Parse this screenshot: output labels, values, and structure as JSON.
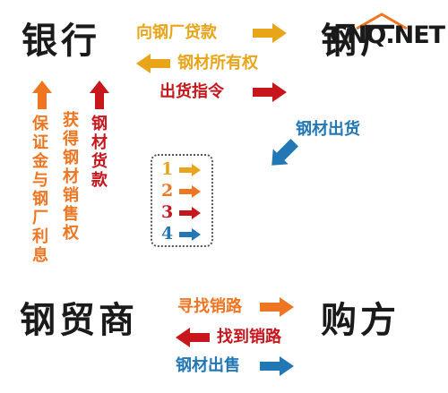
{
  "watermark": {
    "text": "CNQ.NET"
  },
  "nodes": {
    "bank": "银行",
    "steel_mill": "钢厂",
    "trader": "钢贸商",
    "buyer": "购方"
  },
  "flows": {
    "loan_request": "向钢厂贷款",
    "steel_ownership": "钢材所有权",
    "delivery_order": "出货指令",
    "steel_delivery": "钢材出货",
    "deposit": "保证金与钢厂利息",
    "obtain_sales_rights": "获得钢材销售权",
    "steel_loan": "钢材货款",
    "find_sales": "寻找销路",
    "found_sales": "找到销路",
    "steel_sale": "钢材出售"
  },
  "legend": [
    "1",
    "2",
    "3",
    "4"
  ],
  "colors": {
    "gold": "#e8a51a",
    "orange": "#ee7521",
    "red": "#c8161d",
    "blue": "#2277b5",
    "text": "#1a1a1a"
  }
}
